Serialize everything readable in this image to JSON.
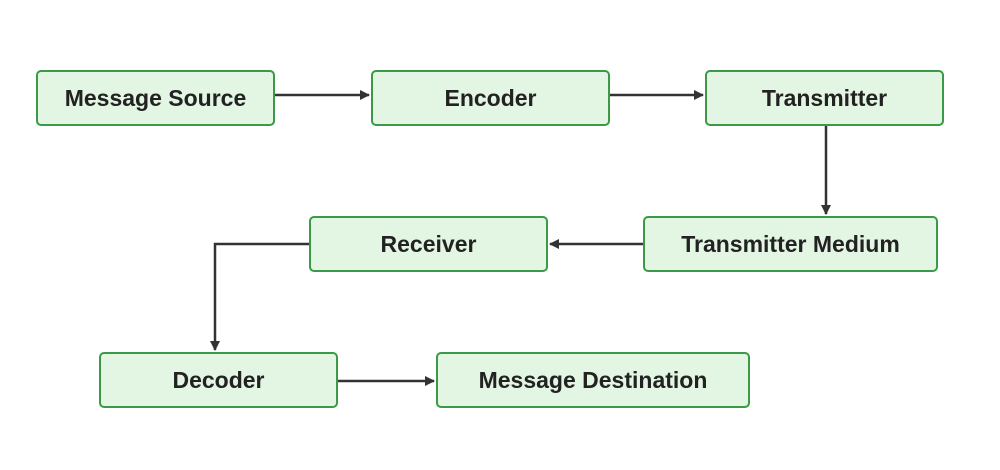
{
  "diagram": {
    "colors": {
      "node_fill": "#e3f5e3",
      "node_border": "#3a9a45",
      "arrow": "#333333",
      "text": "#222222"
    },
    "nodes": {
      "message_source": "Message Source",
      "encoder": "Encoder",
      "transmitter": "Transmitter",
      "transmitter_medium": "Transmitter Medium",
      "receiver": "Receiver",
      "decoder": "Decoder",
      "message_destination": "Message Destination"
    },
    "edges": [
      {
        "from": "message_source",
        "to": "encoder"
      },
      {
        "from": "encoder",
        "to": "transmitter"
      },
      {
        "from": "transmitter",
        "to": "transmitter_medium"
      },
      {
        "from": "transmitter_medium",
        "to": "receiver"
      },
      {
        "from": "receiver",
        "to": "decoder"
      },
      {
        "from": "decoder",
        "to": "message_destination"
      }
    ]
  }
}
